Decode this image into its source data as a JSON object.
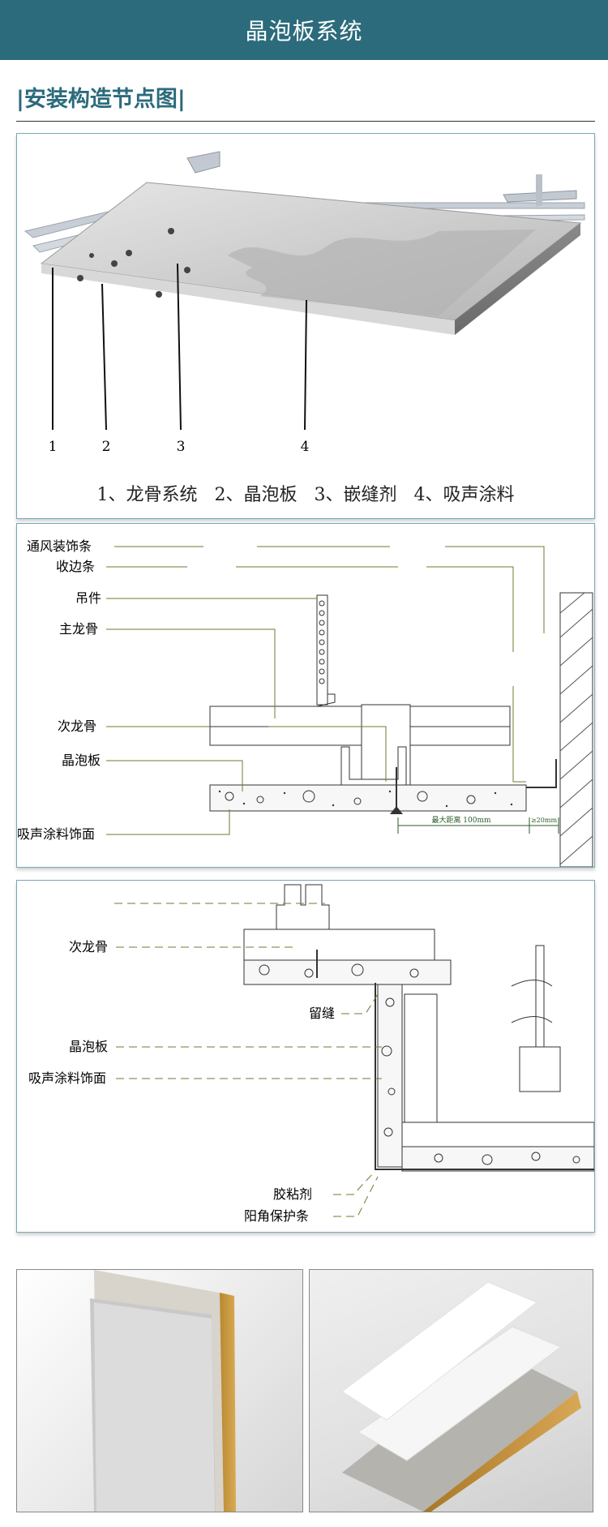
{
  "header": {
    "title": "晶泡板系统"
  },
  "section": {
    "title": "|安装构造节点图|"
  },
  "figure1": {
    "numbers": [
      "1",
      "2",
      "3",
      "4"
    ],
    "caption": "1、龙骨系统   2、晶泡板   3、嵌缝剂   4、吸声涂料"
  },
  "figure2": {
    "labels": {
      "vent_strip": "通风装饰条",
      "edge_strip": "收边条",
      "hanger": "吊件",
      "main_keel": "主龙骨",
      "secondary_keel": "次龙骨",
      "board": "晶泡板",
      "coating": "吸声涂料饰面"
    },
    "dim_max": "最大距离 100mm",
    "dim_small": "≥20mm"
  },
  "figure3": {
    "labels": {
      "secondary_keel": "次龙骨",
      "gap": "留缝",
      "board": "晶泡板",
      "coating": "吸声涂料饰面",
      "adhesive": "胶粘剂",
      "corner_guard": "阳角保护条"
    }
  },
  "colors": {
    "header_bg": "#2b6b7c",
    "title": "#2b6b7c",
    "panel_border": "#7aa8b3",
    "leader": "#6b7d2e"
  }
}
